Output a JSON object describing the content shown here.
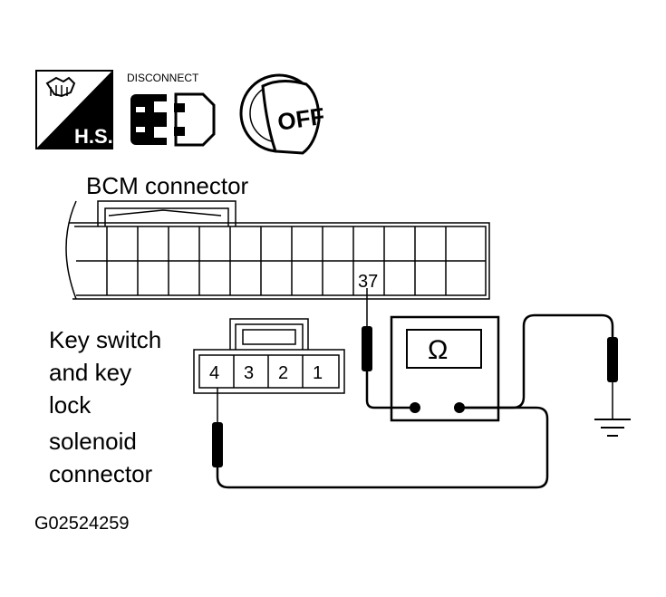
{
  "icons": {
    "hs_badge": {
      "label": "H.S."
    },
    "disconnect": {
      "label": "DISCONNECT"
    },
    "ignition": {
      "label": "OFF"
    }
  },
  "bcm_connector": {
    "title": "BCM connector",
    "terminal": "37"
  },
  "key_switch_connector": {
    "label_lines": [
      "Key switch",
      "and key",
      "lock",
      "solenoid",
      "connector"
    ],
    "pins": [
      "4",
      "3",
      "2",
      "1"
    ]
  },
  "ohmmeter": {
    "symbol": "Ω"
  },
  "figure_code": "G02524259"
}
